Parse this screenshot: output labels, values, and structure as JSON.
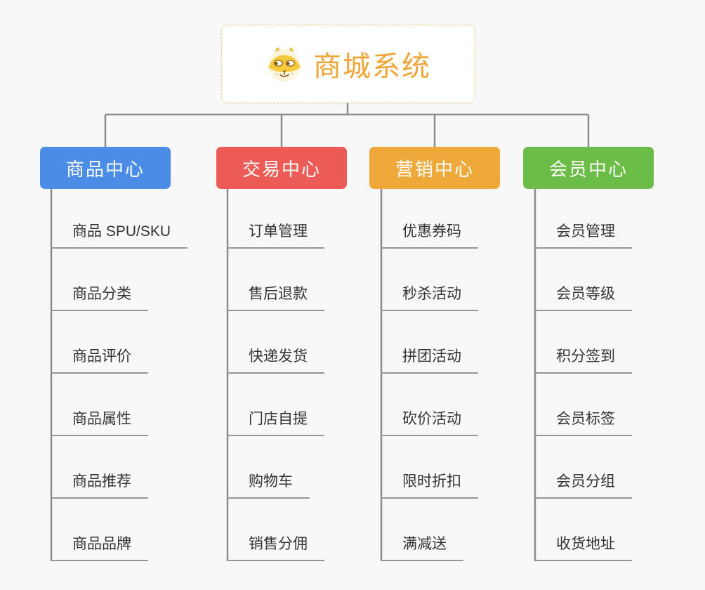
{
  "page": {
    "background_color": "#F8F8F8",
    "connector_color": "#8C8C8C",
    "underline_color": "#979797"
  },
  "root": {
    "title": "商城系统",
    "icon": "shiba-dog-icon",
    "text_color": "#F0A636",
    "border_color": "#F5C882",
    "background_color": "#FFFFFF"
  },
  "branches": [
    {
      "label": "商品中心",
      "color": "#4B8DE6",
      "items": [
        "商品 SPU/SKU",
        "商品分类",
        "商品评价",
        "商品属性",
        "商品推荐",
        "商品品牌"
      ]
    },
    {
      "label": "交易中心",
      "color": "#EC5B55",
      "items": [
        "订单管理",
        "售后退款",
        "快递发货",
        "门店自提",
        "购物车",
        "销售分佣"
      ]
    },
    {
      "label": "营销中心",
      "color": "#EFA83A",
      "items": [
        "优惠券码",
        "秒杀活动",
        "拼团活动",
        "砍价活动",
        "限时折扣",
        "满减送"
      ]
    },
    {
      "label": "会员中心",
      "color": "#6BBD47",
      "items": [
        "会员管理",
        "会员等级",
        "积分签到",
        "会员标签",
        "会员分组",
        "收货地址"
      ]
    }
  ]
}
